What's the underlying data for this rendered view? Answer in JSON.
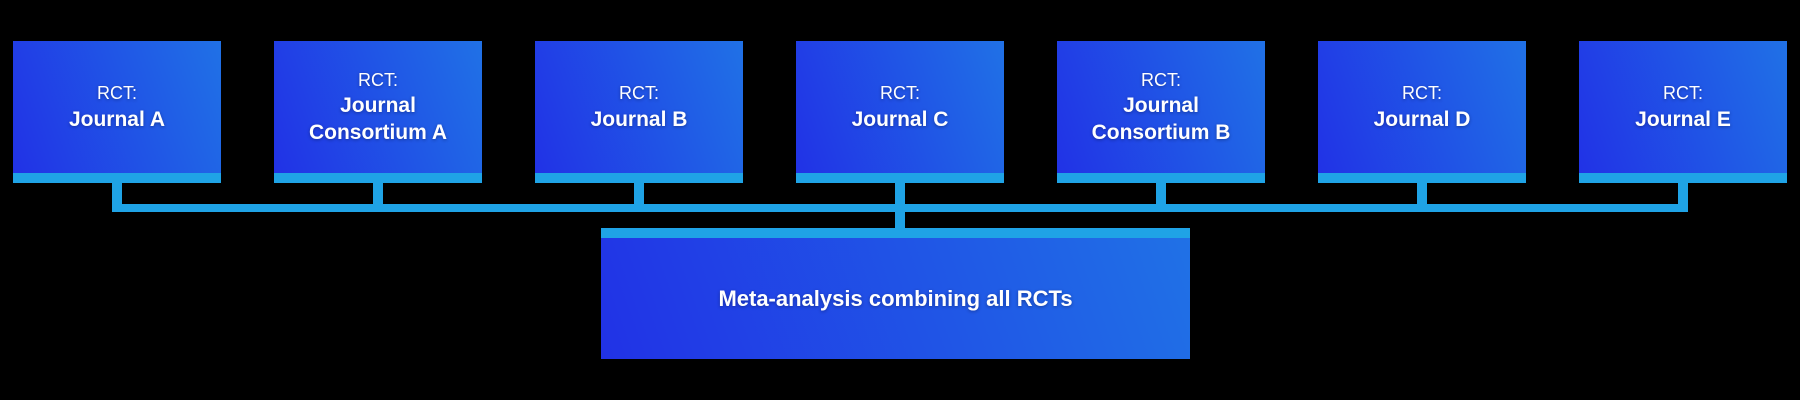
{
  "diagram": {
    "background": "#000000",
    "colors": {
      "node_gradient_start": "#2132e6",
      "node_gradient_end": "#2071e6",
      "connector": "#1fa3e6",
      "text": "#ffffff"
    },
    "rct_boxes": [
      {
        "prefix": "RCT:",
        "name": "Journal A"
      },
      {
        "prefix": "RCT:",
        "name": "Journal Consortium A"
      },
      {
        "prefix": "RCT:",
        "name": "Journal B"
      },
      {
        "prefix": "RCT:",
        "name": "Journal C"
      },
      {
        "prefix": "RCT:",
        "name": "Journal Consortium B"
      },
      {
        "prefix": "RCT:",
        "name": "Journal D"
      },
      {
        "prefix": "RCT:",
        "name": "Journal E"
      }
    ],
    "meta_box": {
      "label": "Meta-analysis combining all RCTs"
    }
  }
}
